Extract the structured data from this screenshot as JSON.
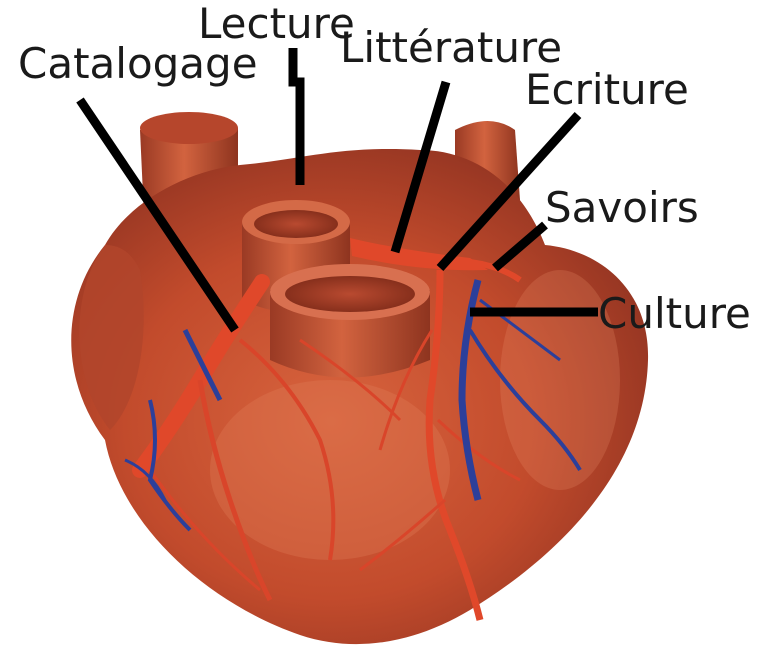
{
  "labels": {
    "lecture": "Lecture",
    "catalogage": "Catalogage",
    "litterature": "Littérature",
    "ecriture": "Ecriture",
    "savoirs": "Savoirs",
    "culture": "Culture"
  },
  "colors": {
    "heart_muscle": "#c9512f",
    "heart_shadow": "#8f3320",
    "heart_highlight": "#e48a66",
    "artery_red": "#e0482a",
    "vein_blue": "#2c3f9a",
    "vessel_dark": "#a8432b",
    "leader_line": "#000000",
    "label_text": "#1a1a1a",
    "background": "#ffffff"
  },
  "illustration": {
    "subject": "heart-illustration",
    "icon": "heart-icon"
  }
}
